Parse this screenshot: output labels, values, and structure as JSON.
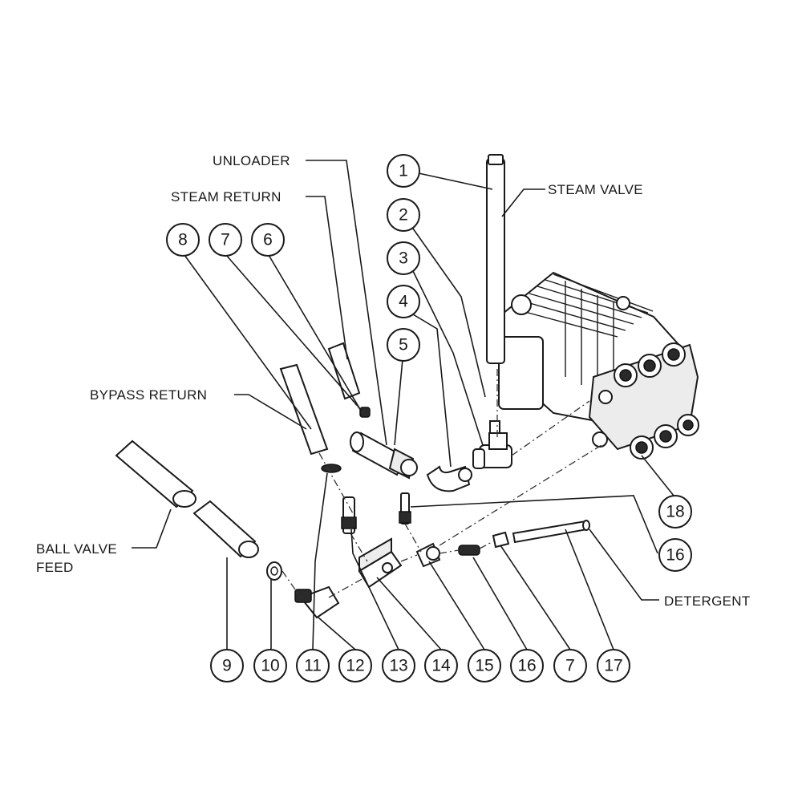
{
  "labels": {
    "unloader": "UNLOADER",
    "steam_return": "STEAM RETURN",
    "steam_valve": "STEAM VALVE",
    "bypass_return": "BYPASS RETURN",
    "ball_valve_feed_1": "BALL VALVE",
    "ball_valve_feed_2": "FEED",
    "detergent": "DETERGENT"
  },
  "callouts": {
    "c1": "1",
    "c2": "2",
    "c3": "3",
    "c4": "4",
    "c5": "5",
    "c6": "6",
    "c7_top": "7",
    "c8": "8",
    "c9": "9",
    "c10": "10",
    "c11": "11",
    "c12": "12",
    "c13": "13",
    "c14": "14",
    "c15": "15",
    "c16_bottom": "16",
    "c7_bottom": "7",
    "c17": "17",
    "c16_right": "16",
    "c18": "18"
  }
}
